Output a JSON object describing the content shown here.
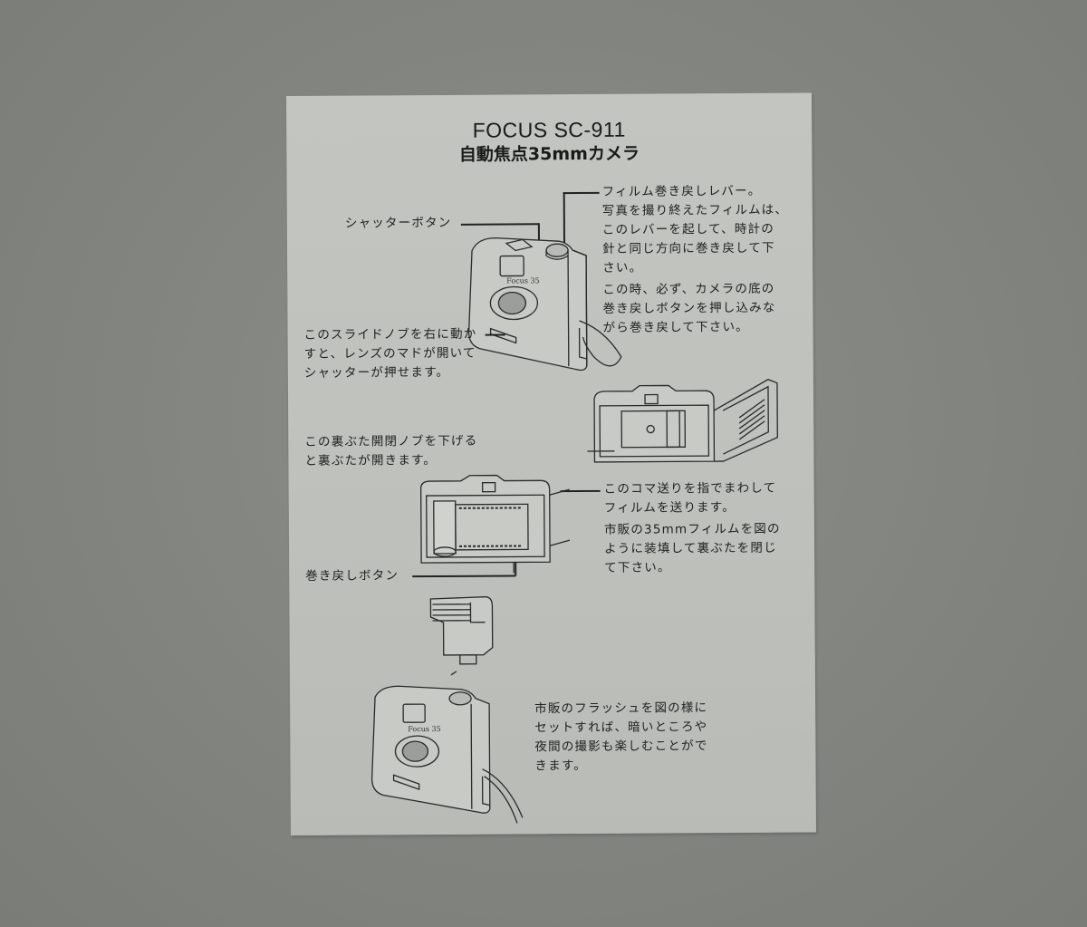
{
  "document": {
    "title": "FOCUS SC-911",
    "subtitle": "自動焦点35mmカメラ",
    "colors": {
      "background": "#838580",
      "paper": "#bfc1bd",
      "ink": "#1c1c1c"
    },
    "labels": {
      "shutter_button": "シャッターボタン",
      "rewind_lever": {
        "line1": "フィルム巻き戻しレバー。",
        "line2": "写真を撮り終えたフィルムは、",
        "line3": "このレバーを起して、時計の",
        "line4": "針と同じ方向に巻き戻して下",
        "line5": "さい。",
        "line6": "この時、必ず、カメラの底の",
        "line7": "巻き戻しボタンを押し込みな",
        "line8": "がら巻き戻して下さい。"
      },
      "slide_knob": {
        "line1": "このスライドノブを右に動か",
        "line2": "すと、レンズのマドが開いて",
        "line3": "シャッターが押せます。"
      },
      "back_cover": {
        "line1": "この裏ぶた開閉ノブを下げる",
        "line2": "と裏ぶたが開きます。"
      },
      "film_advance": {
        "line1": "このコマ送りを指でまわして",
        "line2": "フィルムを送ります。",
        "line3": "市販の35mmフィルムを図の",
        "line4": "ように装填して裏ぶたを閉じ",
        "line5": "て下さい。"
      },
      "rewind_button": "巻き戻しボタン",
      "flash": {
        "line1": "市販のフラッシュを図の様に",
        "line2": "セットすれば、暗いところや",
        "line3": "夜間の撮影も楽しむことがで",
        "line4": "きます。"
      }
    },
    "illustrations": {
      "camera_front": "camera-front-illustration",
      "camera_open_back": "camera-open-back-illustration",
      "camera_film_loaded": "camera-film-loaded-illustration",
      "flash_unit": "flash-unit-illustration",
      "camera_with_flash": "camera-with-flash-illustration",
      "camera_logo_text": "Focus 35"
    }
  }
}
